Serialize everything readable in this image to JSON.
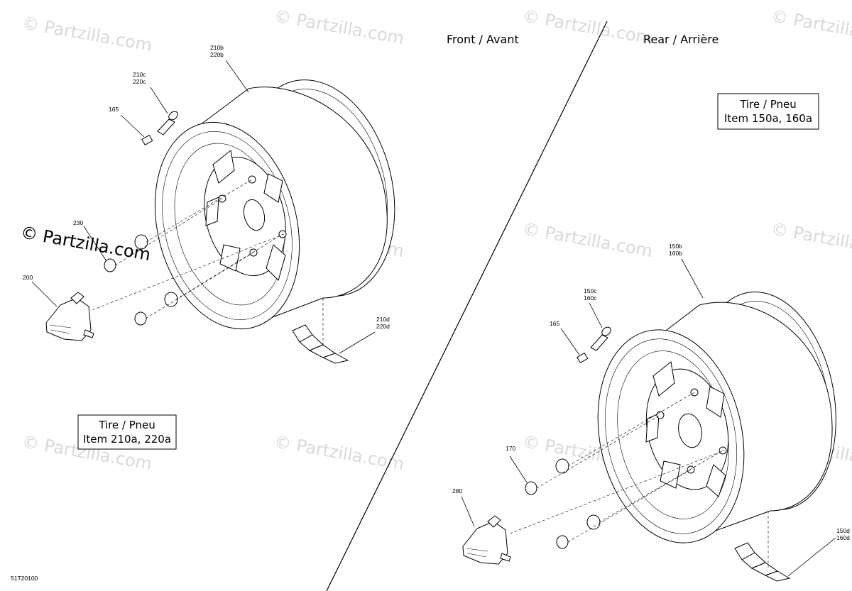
{
  "sections": {
    "front_label": "Front / Avant",
    "rear_label": "Rear / Arrière"
  },
  "tire_boxes": {
    "front": {
      "line1": "Tire / Pneu",
      "line2": "Item 210a, 220a"
    },
    "rear": {
      "line1": "Tire / Pneu",
      "line2": "Item 150a, 160a"
    }
  },
  "callouts": {
    "front_rim": [
      "210b",
      "220b"
    ],
    "front_valve": [
      "210c",
      "220c"
    ],
    "front_cap": "165",
    "front_nut": "230",
    "front_hub": "200",
    "front_weight": [
      "210d",
      "220d"
    ],
    "rear_rim": [
      "150b",
      "160b"
    ],
    "rear_valve": [
      "150c",
      "160c"
    ],
    "rear_cap": "165",
    "rear_nut": "170",
    "rear_hub": "280",
    "rear_weight": [
      "150d",
      "160d"
    ]
  },
  "diagram_code": "51T20100",
  "watermark": {
    "text": "© Partzilla.com",
    "main_text": "© Partzilla.com"
  }
}
